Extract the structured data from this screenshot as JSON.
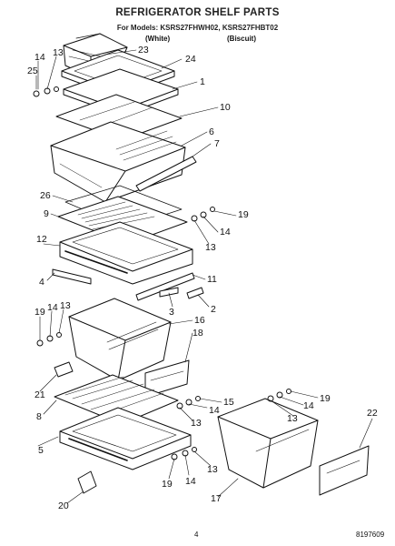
{
  "header": {
    "title": "REFRIGERATOR SHELF PARTS",
    "models": "For Models: KSRS27FHWH02, KSRS27FHBT02",
    "variant_left": "(White)",
    "variant_right": "(Biscuit)"
  },
  "callouts": {
    "c23": "23",
    "c24": "24",
    "c14a": "14",
    "c13a": "13",
    "c25": "25",
    "c1": "1",
    "c10": "10",
    "c6": "6",
    "c7": "7",
    "c26": "26",
    "c9": "9",
    "c19a": "19",
    "c14b": "14",
    "c13b": "13",
    "c12": "12",
    "c11": "11",
    "c4": "4",
    "c2": "2",
    "c3": "3",
    "c19b": "19",
    "c14c": "14",
    "c13c": "13",
    "c16": "16",
    "c18": "18",
    "c21": "21",
    "c8": "8",
    "c15": "15",
    "c14d": "14",
    "c13d": "13",
    "c19c": "19",
    "c14e": "14",
    "c13e": "13",
    "c22": "22",
    "c5": "5",
    "c19d": "19",
    "c14f": "14",
    "c13f": "13",
    "c17": "17",
    "c20": "20"
  },
  "footer": {
    "page": "4",
    "part_number": "8197609"
  },
  "colors": {
    "ink": "#111111",
    "paper": "#ffffff"
  }
}
